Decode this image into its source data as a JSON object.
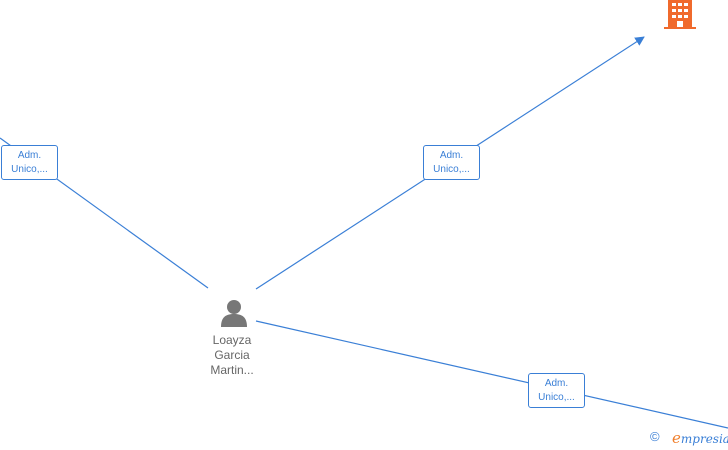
{
  "person": {
    "name_lines": [
      "Loayza",
      "Garcia",
      "Martin..."
    ],
    "icon": "person-icon"
  },
  "company": {
    "icon": "building-icon",
    "color": "#f06a2c"
  },
  "edges": [
    {
      "label_lines": [
        "Adm.",
        "Unico,..."
      ]
    },
    {
      "label_lines": [
        "Adm.",
        "Unico,..."
      ]
    },
    {
      "label_lines": [
        "Adm.",
        "Unico,..."
      ]
    }
  ],
  "footer": {
    "copyright_symbol": "©",
    "brand_initial": "e",
    "brand_rest": "mpresia"
  },
  "colors": {
    "edge": "#3a7fd6",
    "person_icon": "#777777",
    "brand_accent": "#f07f2c"
  }
}
